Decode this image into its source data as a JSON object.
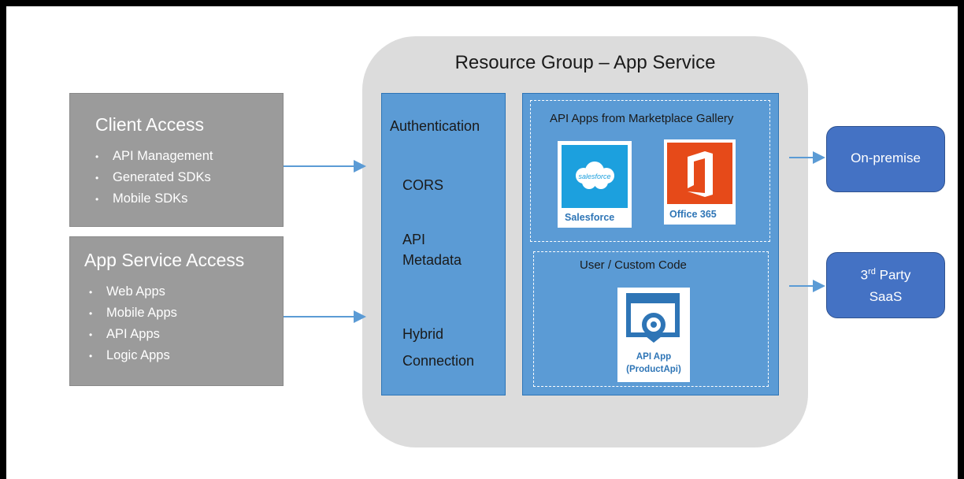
{
  "client_access": {
    "title": "Client Access",
    "items": [
      "API Management",
      "Generated SDKs",
      "Mobile SDKs"
    ]
  },
  "app_service_access": {
    "title": "App Service Access",
    "items": [
      "Web Apps",
      "Mobile Apps",
      "API Apps",
      "Logic Apps"
    ]
  },
  "resource_group": {
    "title": "Resource Group – App Service"
  },
  "auth_column": {
    "authentication": "Authentication",
    "cors": "CORS",
    "api_metadata_line1": "API",
    "api_metadata_line2": "Metadata",
    "hybrid_line1": "Hybrid",
    "hybrid_line2": "Connection"
  },
  "marketplace": {
    "label": "API Apps from Marketplace Gallery",
    "salesforce_logo_text": "salesforce",
    "salesforce_label": "Salesforce",
    "office_label": "Office 365"
  },
  "custom_code": {
    "label": "User / Custom Code",
    "api_app_line1": "API App",
    "api_app_line2": "(ProductApi)"
  },
  "external": {
    "on_premise": "On-premise",
    "third_party_ordinal": "3",
    "third_party_suffix": "rd",
    "third_party_word": "Party",
    "saas": "SaaS"
  },
  "colors": {
    "gray_box": "#9b9b9b",
    "blue_panel": "#5b9bd5",
    "external_box": "#4472c4",
    "resource_group_bg": "#dcdcdc",
    "salesforce_blue": "#1ca0de",
    "office_orange": "#e64a19",
    "arrow": "#5b9bd5"
  }
}
